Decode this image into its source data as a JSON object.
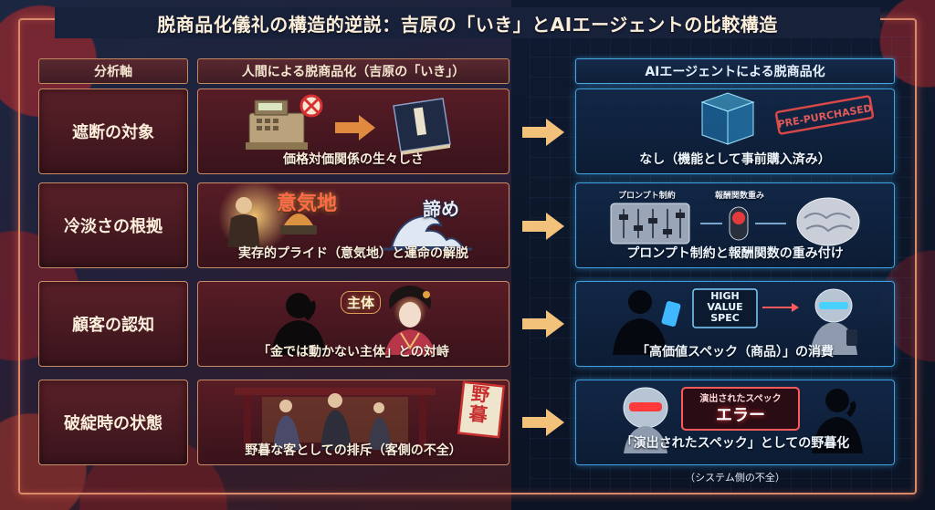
{
  "title": "脱商品化儀礼の構造的逆説：吉原の「いき」とAIエージェントの比較構造",
  "headers": {
    "axis": "分析軸",
    "human": "人間による脱商品化（吉原の「いき」）",
    "ai": "AIエージェントによる脱商品化"
  },
  "rows": [
    {
      "axis": "遮断の対象",
      "human_caption": "価格対価関係の生々しさ",
      "ai_caption": "なし（機能として事前購入済み）",
      "ai_stamp": "PRE-PURCHASED"
    },
    {
      "axis": "冷淡さの根拠",
      "human_caption": "実存的プライド（意気地）と運命の解脱",
      "human_label_1": "意気地",
      "human_label_2": "諦め",
      "ai_caption": "プロンプト制約と報酬関数の重み付け",
      "ai_label_1": "プロンプト制約",
      "ai_label_2": "報酬関数重み"
    },
    {
      "axis": "顧客の認知",
      "human_caption": "「金では動かない主体」との対峙",
      "human_label_1": "主体",
      "ai_caption": "「高価値スペック（商品）」の消費",
      "ai_spec_line1": "HIGH",
      "ai_spec_line2": "VALUE",
      "ai_spec_line3": "SPEC"
    },
    {
      "axis": "破綻時の状態",
      "human_caption": "野暮な客としての排斥（客側の不全）",
      "human_label_1": "野暮",
      "ai_caption": "「演出されたスペック」としての野暮化",
      "ai_sub": "（システム側の不全）",
      "ai_error_head": "演出されたスペック",
      "ai_error_text": "エラー"
    }
  ],
  "colors": {
    "frame": "#d88a6a",
    "human_panel": "#5a2028",
    "ai_panel": "#12284a",
    "ai_glow": "#3fa2dd",
    "arrow": "#f3c27a",
    "alert_red": "#e23b3b"
  },
  "icons": {
    "row1_human": [
      "cash-register-icon",
      "prohibited-icon",
      "arrow-right-icon",
      "book-icon"
    ],
    "row1_ai": [
      "cube-icon",
      "stamp-icon"
    ],
    "row2_human": [
      "samurai-figure-icon",
      "wave-icon"
    ],
    "row2_ai": [
      "equalizer-icon",
      "toggle-icon",
      "brain-icon"
    ],
    "row3_human": [
      "silhouette-man-icon",
      "geisha-icon"
    ],
    "row3_ai": [
      "silhouette-man-phone-icon",
      "robot-icon"
    ],
    "row4_human": [
      "gate-icon",
      "people-icon",
      "seal-icon"
    ],
    "row4_ai": [
      "robot-face-icon",
      "error-panel-icon",
      "silhouette-man-icon"
    ]
  }
}
